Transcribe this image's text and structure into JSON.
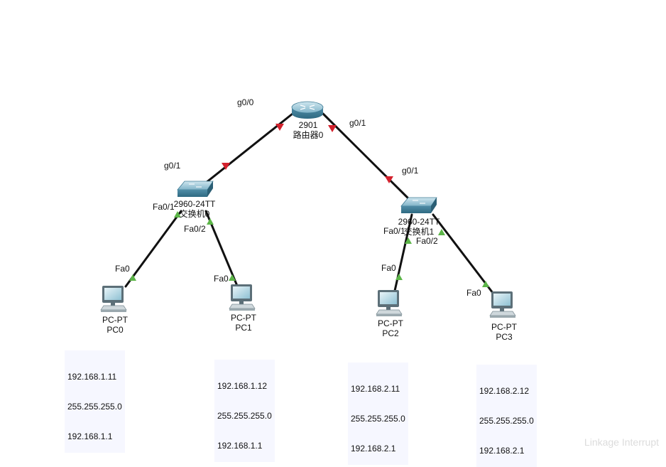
{
  "router": {
    "model": "2901",
    "name": "路由器0",
    "port_left": "g0/0",
    "port_right": "g0/1"
  },
  "switch0": {
    "model": "2960-24TT",
    "name": "交换机0",
    "uplink": "g0/1",
    "port1": "Fa0/1",
    "port2": "Fa0/2"
  },
  "switch1": {
    "model": "2960-24TT",
    "name": "交换机1",
    "uplink": "g0/1",
    "port1": "Fa0/1",
    "port2": "Fa0/2"
  },
  "pcs": [
    {
      "type": "PC-PT",
      "name": "PC0",
      "port": "Fa0",
      "ip": "192.168.1.11",
      "mask": "255.255.255.0",
      "gateway": "192.168.1.1"
    },
    {
      "type": "PC-PT",
      "name": "PC1",
      "port": "Fa0",
      "ip": "192.168.1.12",
      "mask": "255.255.255.0",
      "gateway": "192.168.1.1"
    },
    {
      "type": "PC-PT",
      "name": "PC2",
      "port": "Fa0",
      "ip": "192.168.2.11",
      "mask": "255.255.255.0",
      "gateway": "192.168.2.1"
    },
    {
      "type": "PC-PT",
      "name": "PC3",
      "port": "Fa0",
      "ip": "192.168.2.12",
      "mask": "255.255.255.0",
      "gateway": "192.168.2.1"
    }
  ],
  "watermark": "Linkage Interrupt",
  "colors": {
    "link": "#111111",
    "link_down": "#d3212d",
    "link_up": "#5cb548",
    "device": "#5f9fb8",
    "note_bg": "#f6f7ff"
  }
}
